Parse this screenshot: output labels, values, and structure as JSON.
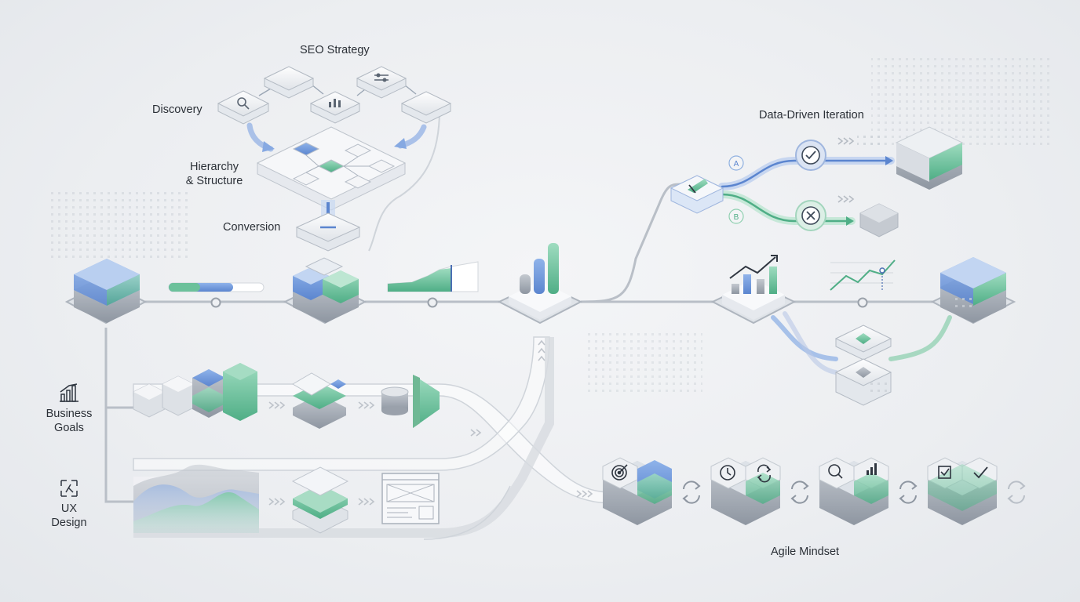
{
  "labels": {
    "seo_strategy": "SEO Strategy",
    "discovery": "Discovery",
    "hierarchy_line1": "Hierarchy",
    "hierarchy_line2": "& Structure",
    "conversion": "Conversion",
    "data_driven_iteration": "Data-Driven Iteration",
    "variant_a": "A",
    "variant_b": "B",
    "business_goals_line1": "Business",
    "business_goals_line2": "Goals",
    "ux_design_line1": "UX",
    "ux_design_line2": "Design",
    "agile_mindset": "Agile Mindset"
  },
  "icons": [
    "search-icon",
    "bar-chart-icon",
    "sliders-icon",
    "check-icon",
    "close-icon",
    "target-icon",
    "clock-icon",
    "refresh-icon",
    "magnifier-icon",
    "checkbox-icon",
    "pen-nib-icon",
    "wireframe-icon",
    "link-icon",
    "trend-up-icon"
  ],
  "colors": {
    "blue": "#5b8fd9",
    "green": "#5cb893",
    "gray_block": "#a9b0ba",
    "line": "#b7bdc5"
  }
}
